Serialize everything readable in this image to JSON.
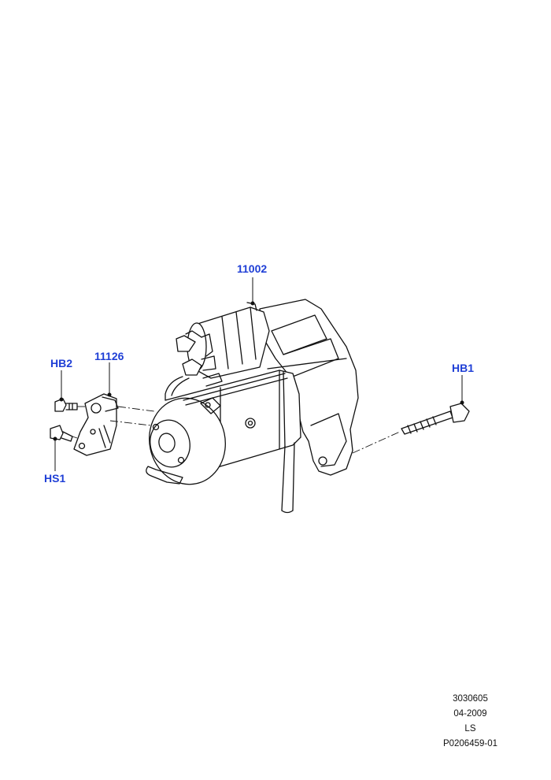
{
  "callouts": {
    "starter_motor": "11002",
    "bracket": "11126",
    "bolt_hb2": "HB2",
    "bolt_hb1": "HB1",
    "screw_hs1": "HS1"
  },
  "footer": {
    "code": "3030605",
    "date": "04-2009",
    "tag": "LS",
    "ref": "P0206459-01"
  },
  "colors": {
    "callout": "#1f3fd6",
    "line_art": "#111111"
  }
}
